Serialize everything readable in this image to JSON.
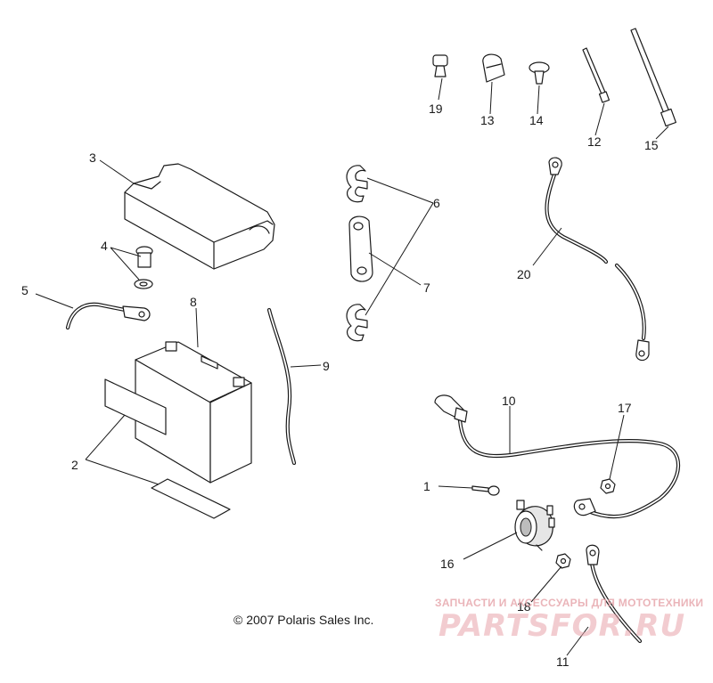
{
  "callouts": {
    "c1": "1",
    "c2": "2",
    "c3": "3",
    "c4": "4",
    "c5": "5",
    "c6": "6",
    "c7": "7",
    "c8": "8",
    "c9": "9",
    "c10": "10",
    "c11": "11",
    "c12": "12",
    "c13": "13",
    "c14": "14",
    "c15": "15",
    "c16": "16",
    "c17": "17",
    "c18": "18",
    "c19": "19",
    "c20": "20"
  },
  "footer": {
    "copyright": "© 2007 Polaris Sales Inc."
  },
  "watermark": {
    "tagline": "ЗАПЧАСТИ И АКСЕССУАРЫ ДЛЯ МОТОТЕХНИКИ",
    "logo": "PARTSFOR.RU"
  }
}
